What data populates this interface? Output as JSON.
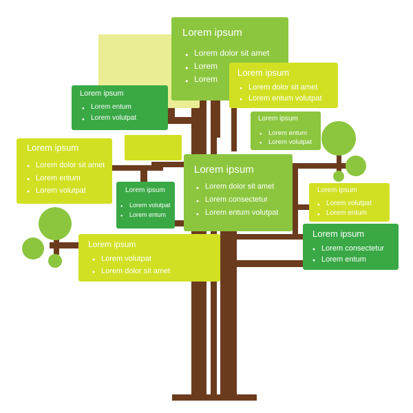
{
  "colors": {
    "trunk": "#6b3b1e",
    "light_green": "#8cc63f",
    "dark_green": "#39a845",
    "yellow_green": "#d2e024",
    "pale_yellow": "#eaed94",
    "text": "#ffffff"
  },
  "boxes": [
    {
      "title": "Lorem ipsum",
      "items": [
        "Lorem dolor sit amet",
        "Lorem",
        "Lorem"
      ]
    },
    {
      "title": "Lorem ipsum",
      "items": [
        "Lorem dolor sit amet",
        "Lorem entum volutpat"
      ]
    },
    {
      "title": "Lorem ipsum",
      "items": [
        "Lorem entum",
        "Lorem volutpat"
      ]
    },
    {
      "title": "Lorem ipsum",
      "items": [
        "Lorem entum",
        "Lorem volutpat"
      ]
    },
    {
      "title": "Lorem ipsum",
      "items": [
        "Lorem dolor sit amet",
        "Lorem entum",
        "Lorem volutpat"
      ]
    },
    {
      "title": "Lorem ipsum",
      "items": [
        "Lorem volutpat",
        "Lorem entum"
      ]
    },
    {
      "title": "Lorem ipsum",
      "items": [
        "Lorem dolor sit amet",
        "Lorem consectetur",
        "Lorem entum volutpat"
      ]
    },
    {
      "title": "Lorem ipsum",
      "items": [
        "Lorem volutpat",
        "Lorem entum"
      ]
    },
    {
      "title": "Lorem ipsum",
      "items": [
        "Lorem consectetur",
        "Lorem entum"
      ]
    },
    {
      "title": "Lorem ipsum",
      "items": [
        "Lorem volutpat",
        "Lorem dolor sit amet"
      ]
    }
  ]
}
